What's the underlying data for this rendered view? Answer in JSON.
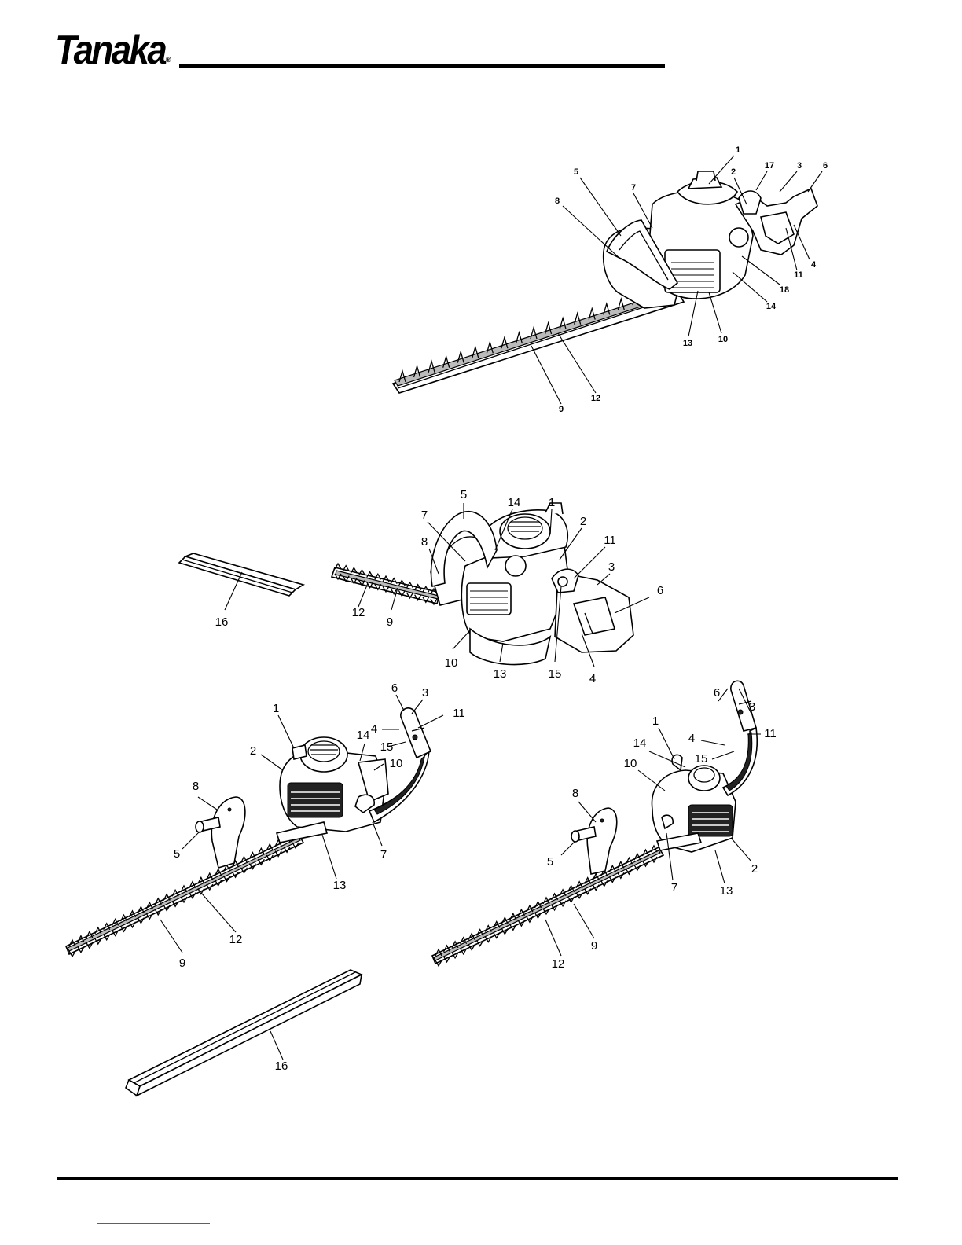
{
  "header": {
    "brand": "Tanaka",
    "registered_mark": "®"
  },
  "figures": [
    {
      "id": "fig-top-single-sided",
      "callouts": [
        "1",
        "2",
        "17",
        "3",
        "6",
        "5",
        "7",
        "8",
        "11",
        "4",
        "18",
        "14",
        "13",
        "10",
        "9",
        "12"
      ]
    },
    {
      "id": "fig-middle-double-sided",
      "callouts": [
        "5",
        "14",
        "1",
        "2",
        "7",
        "11",
        "8",
        "3",
        "6",
        "12",
        "9",
        "16",
        "10",
        "13",
        "15",
        "4"
      ]
    },
    {
      "id": "fig-lower-left-long-reach",
      "callouts": [
        "6",
        "3",
        "1",
        "4",
        "11",
        "15",
        "14",
        "10",
        "2",
        "8",
        "5",
        "7",
        "13",
        "12",
        "9",
        "16"
      ]
    },
    {
      "id": "fig-lower-right-long-reach",
      "callouts": [
        "6",
        "3",
        "1",
        "4",
        "11",
        "14",
        "15",
        "10",
        "8",
        "5",
        "2",
        "7",
        "13",
        "9",
        "12"
      ]
    }
  ]
}
